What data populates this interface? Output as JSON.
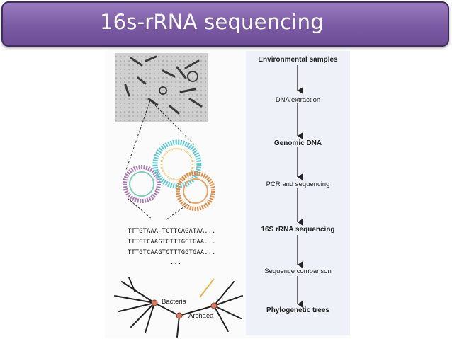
{
  "slide": {
    "title": "16s-rRNA sequencing"
  },
  "flow": {
    "steps": [
      {
        "label": "Environmental samples",
        "bold": true
      },
      {
        "label": "DNA extraction",
        "bold": false
      },
      {
        "label": "Genomic DNA",
        "bold": true
      },
      {
        "label": "PCR and sequencing",
        "bold": false
      },
      {
        "label": "16S rRNA sequencing",
        "bold": true
      },
      {
        "label": "Sequence comparison",
        "bold": false
      },
      {
        "label": "Phylogenetic trees",
        "bold": true
      }
    ]
  },
  "sequences": [
    "TTTGTAAA-TCTTCAGATAA...",
    "TTTGTCAAGTCTTTGGTGAA...",
    "TTTGTCAAGTCTTTGGTGAA...",
    "..."
  ],
  "tree": {
    "labels": [
      "Bacteria",
      "Archaea"
    ]
  },
  "colors": {
    "title_bar": "#7a5aa3",
    "title_text": "#ffffff",
    "ring_teal": "#5ec8d2",
    "ring_purple": "#a77db0",
    "ring_orange": "#e58a45",
    "tree_node": "#d97a63"
  }
}
